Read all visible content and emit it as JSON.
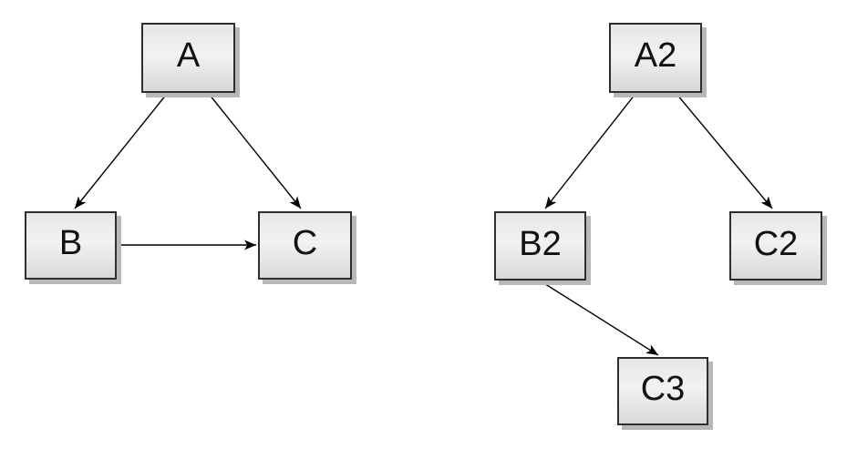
{
  "diagram": {
    "graph_left": {
      "nodes": [
        {
          "id": "A",
          "label": "A"
        },
        {
          "id": "B",
          "label": "B"
        },
        {
          "id": "C",
          "label": "C"
        }
      ],
      "edges": [
        {
          "from": "A",
          "to": "B"
        },
        {
          "from": "A",
          "to": "C"
        },
        {
          "from": "B",
          "to": "C"
        }
      ]
    },
    "graph_right": {
      "nodes": [
        {
          "id": "A2",
          "label": "A2"
        },
        {
          "id": "B2",
          "label": "B2"
        },
        {
          "id": "C2",
          "label": "C2"
        },
        {
          "id": "C3",
          "label": "C3"
        }
      ],
      "edges": [
        {
          "from": "A2",
          "to": "B2"
        },
        {
          "from": "A2",
          "to": "C2"
        },
        {
          "from": "B2",
          "to": "C3"
        }
      ]
    },
    "style": {
      "background": "#ffffff",
      "node_border_color": "#2e2e2e",
      "node_fill_top": "#e6e6e6",
      "node_fill_mid": "#f2f2f2",
      "node_fill_bottom": "#d8d8d8",
      "node_shadow_color": "#b8b8b8",
      "edge_color": "#000000",
      "text_color": "#111111"
    }
  }
}
